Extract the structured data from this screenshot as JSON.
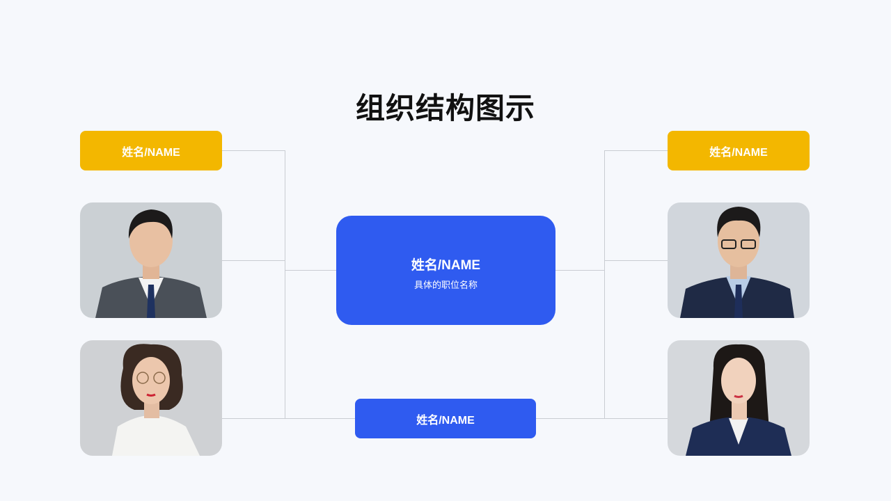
{
  "title": "组织结构图示",
  "left": {
    "tag_label": "姓名/NAME",
    "photos": [
      "man-portrait",
      "woman-portrait-glasses"
    ]
  },
  "right": {
    "tag_label": "姓名/NAME",
    "photos": [
      "man-portrait-glasses",
      "woman-portrait"
    ]
  },
  "center": {
    "name": "姓名/NAME",
    "role": "具体的职位名称"
  },
  "bottom": {
    "name": "姓名/NAME"
  },
  "colors": {
    "accent_blue": "#2f5bf0",
    "accent_yellow": "#f3b700",
    "background": "#f6f8fc",
    "connector": "#c9ccd2"
  }
}
